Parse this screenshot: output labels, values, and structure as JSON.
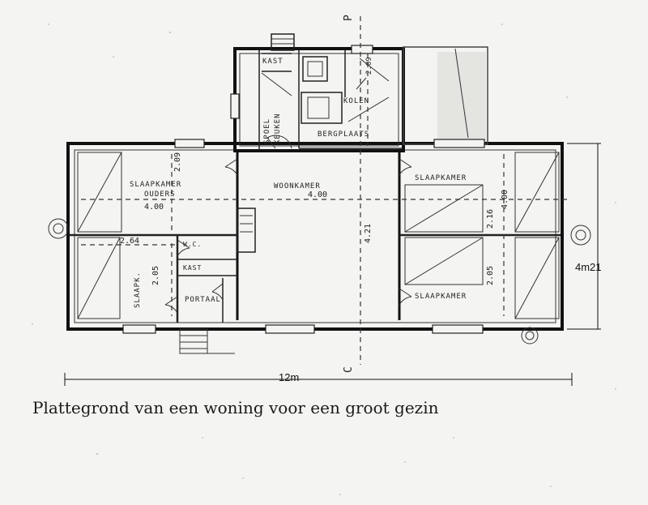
{
  "caption": "Plattegrond van een woning voor een groot gezin",
  "rooms": {
    "kast": "KAST",
    "spoelkeuken_1": "SPOEL",
    "spoelkeuken_2": "KEUKEN",
    "kolen": "KOLEN",
    "bergplaats": "BERGPLAATS",
    "woonkamer": "WOONKAMER",
    "slaapkamer_ouders_1": "SLAAPKAMER",
    "slaapkamer_ouders_2": "OUDERS",
    "slaapkamer_right_top": "SLAAPKAMER",
    "slaapkamer_right_bottom": "SLAAPKAMER",
    "slaapk_small": "SLAAPK.",
    "wc": "W.C.",
    "kast_small": "KAST",
    "portaal": "PORTAAL"
  },
  "dimensions": {
    "ouders_width": "4.00",
    "woonkamer_width": "4.00",
    "woonkamer_depth": "4.21",
    "right_width": "4.00",
    "right_top_depth": "2.16",
    "right_bottom_depth": "2.05",
    "ouders_depth": "2.09",
    "small_width": "2.64",
    "small_depth": "2.05",
    "misc": "2.09"
  },
  "section_marks": {
    "top": "P",
    "bottom": "C"
  },
  "annotations": {
    "total_width": "12m",
    "total_depth": "4m21"
  }
}
